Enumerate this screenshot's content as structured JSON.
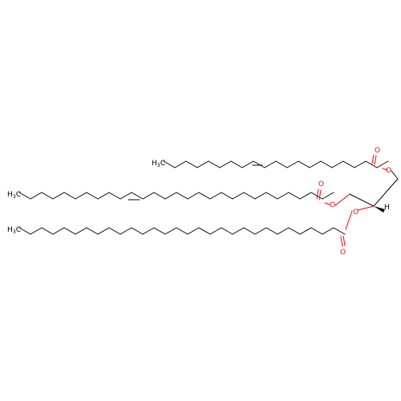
{
  "atoms": {
    "ch3_a": "H",
    "ch3_a_sub": "3",
    "ch3_a_c": "C",
    "ch3_b": "H",
    "ch3_b_sub": "3",
    "ch3_b_c": "C",
    "ch3_c": "H",
    "ch3_c_sub": "3",
    "ch3_c_c": "C",
    "o_ester_1": "O",
    "o_carbonyl_1": "O",
    "o_ester_2": "O",
    "o_carbonyl_2": "O",
    "o_ester_3": "O",
    "o_carbonyl_3": "O",
    "h_stereo": "H"
  },
  "colors": {
    "carbon": "#000000",
    "oxygen": "#ff0000",
    "background": "#ffffff"
  }
}
